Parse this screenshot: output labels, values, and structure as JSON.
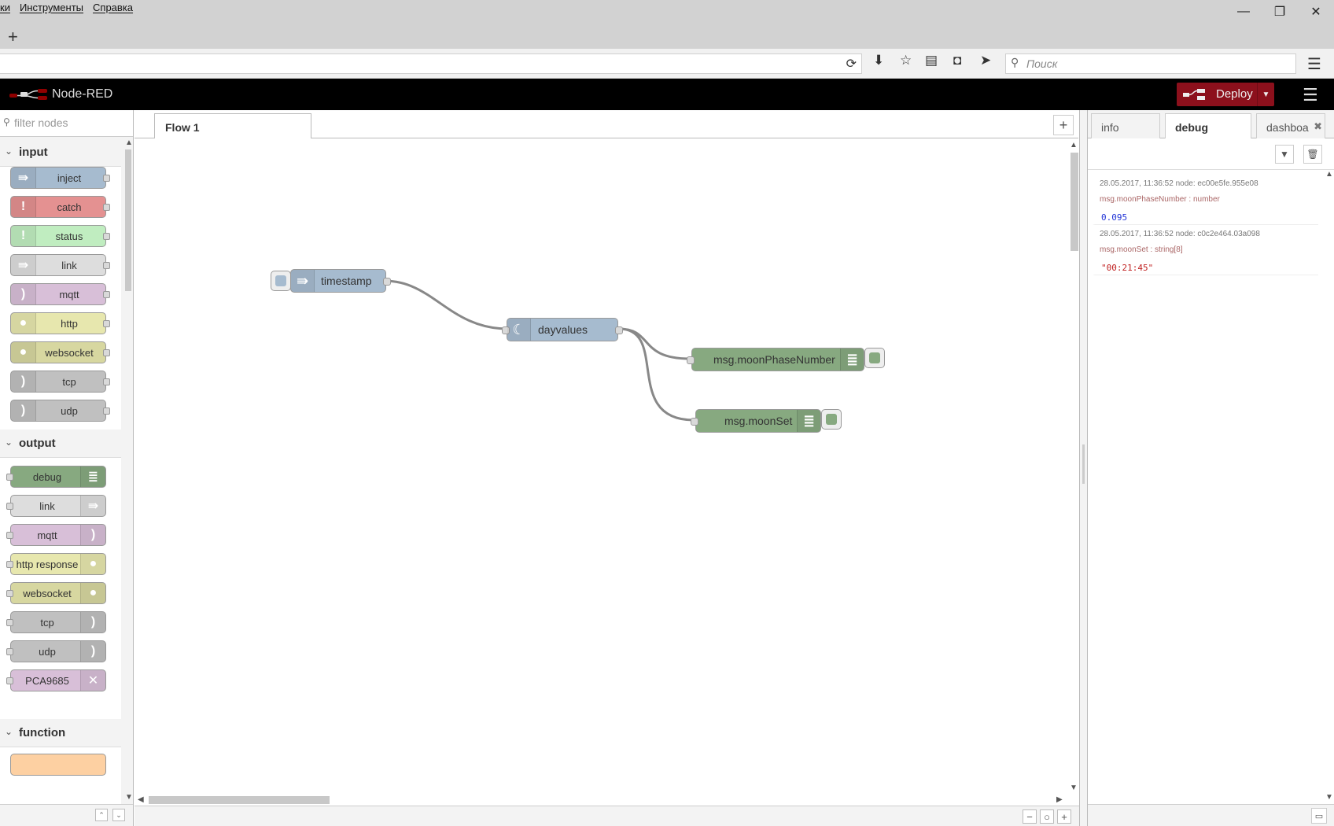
{
  "browser": {
    "menu": [
      "ки",
      "Инструменты",
      "Справка"
    ],
    "search_placeholder": "Поиск",
    "new_tab": "+",
    "win_min": "—",
    "win_restore": "❐",
    "win_close": "✕"
  },
  "nodered": {
    "title": "Node-RED",
    "deploy_label": "Deploy"
  },
  "palette": {
    "filter_placeholder": "filter nodes",
    "categories": [
      {
        "name": "input",
        "nodes": [
          "inject",
          "catch",
          "status",
          "link",
          "mqtt",
          "http",
          "websocket",
          "tcp",
          "udp"
        ]
      },
      {
        "name": "output",
        "nodes": [
          "debug",
          "link",
          "mqtt",
          "http response",
          "websocket",
          "tcp",
          "udp",
          "PCA9685"
        ]
      },
      {
        "name": "function",
        "nodes": []
      }
    ]
  },
  "workspace": {
    "tab_label": "Flow 1",
    "nodes": {
      "timestamp": "timestamp",
      "dayvalues": "dayvalues",
      "debug1": "msg.moonPhaseNumber",
      "debug2": "msg.moonSet"
    }
  },
  "sidebar": {
    "tabs": [
      "info",
      "debug",
      "dashboa"
    ],
    "active_tab": "debug",
    "messages": [
      {
        "meta": "28.05.2017, 11:36:52   node: ec00e5fe.955e08",
        "topic": "msg.moonPhaseNumber : number",
        "value": "0.095",
        "value_color": "#2033d6"
      },
      {
        "meta": "28.05.2017, 11:36:52   node: c0c2e464.03a098",
        "topic": "msg.moonSet : string[8]",
        "value": "\"00:21:45\"",
        "value_color": "#c02020"
      }
    ]
  },
  "colors": {
    "inject": "#a6bbcf",
    "catch": "#e49191",
    "status": "#c0edc0",
    "link": "#dddddd",
    "mqtt": "#d8bfd8",
    "http": "#e7e7ae",
    "websocket": "#d7d7a0",
    "tcp": "#c0c0c0",
    "udp": "#c0c0c0",
    "debug": "#87a980",
    "function": "#fdd0a2",
    "deploy": "#8c101c"
  }
}
